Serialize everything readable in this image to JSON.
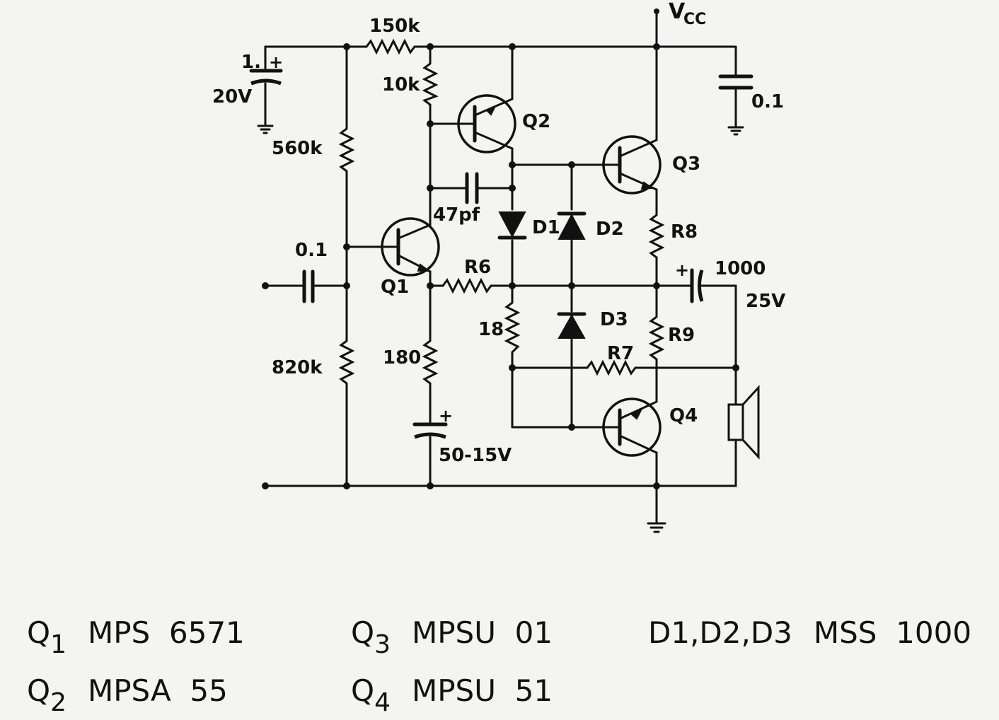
{
  "labels": {
    "vcc": "V",
    "vcc_sub": "CC",
    "c_in_top_value": "1.",
    "c_in_top_voltage": "20V",
    "r_150k": "150k",
    "r_10k": "10k",
    "r_560k": "560k",
    "r_820k": "820k",
    "r_180": "180",
    "r_18": "18",
    "c_01_input": "0.1",
    "c_01_supply": "0.1",
    "c_47pf": "47pf",
    "c_50_15": "50-15V",
    "c_1000": "1000",
    "c_1000_voltage": "25V",
    "q1": "Q1",
    "q2": "Q2",
    "q3": "Q3",
    "q4": "Q4",
    "d1": "D1",
    "d2": "D2",
    "d3": "D3",
    "r6": "R6",
    "r7": "R7",
    "r8": "R8",
    "r9": "R9",
    "plus": "+"
  },
  "parts_list": [
    {
      "ref": "Q",
      "sub": "1",
      "part": "MPS  6571"
    },
    {
      "ref": "Q",
      "sub": "2",
      "part": "MPSA  55"
    },
    {
      "ref": "Q",
      "sub": "3",
      "part": "MPSU  01"
    },
    {
      "ref": "Q",
      "sub": "4",
      "part": "MPSU  51"
    },
    {
      "ref_full": "D1,D2,D3",
      "part": "MSS  1000"
    }
  ]
}
